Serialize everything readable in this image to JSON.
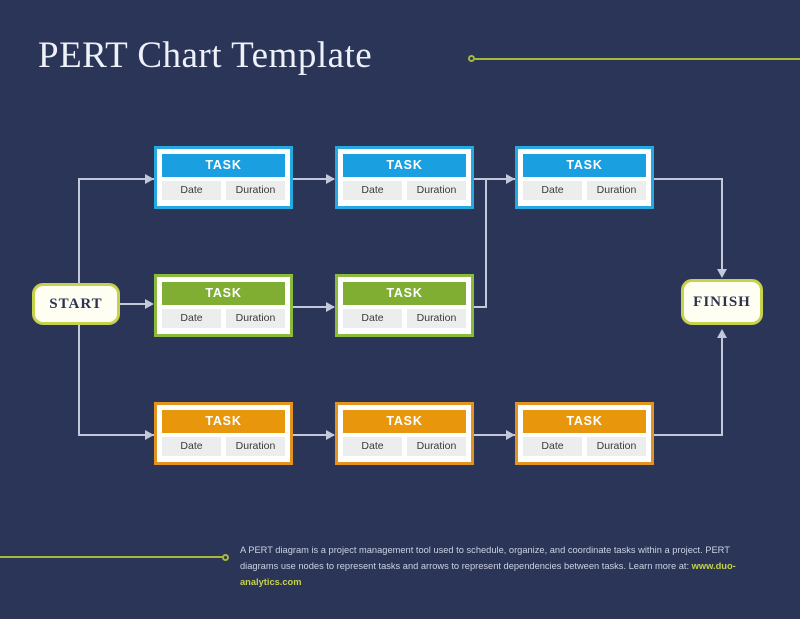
{
  "page": {
    "title": "PERT Chart Template",
    "background_color": "#2a3557"
  },
  "colors": {
    "accent": "#a8b93a",
    "terminal_border": "#c6d24a",
    "blue": "#1a9fe0",
    "green": "#7fae32",
    "orange": "#e8960c",
    "connector": "#c3c9d8"
  },
  "nodes": {
    "start": {
      "label": "START"
    },
    "finish": {
      "label": "FINISH"
    }
  },
  "rows": [
    {
      "name": "blue-row",
      "color": "#1a9fe0",
      "tasks": [
        {
          "title": "TASK",
          "date": "Date",
          "duration": "Duration"
        },
        {
          "title": "TASK",
          "date": "Date",
          "duration": "Duration"
        },
        {
          "title": "TASK",
          "date": "Date",
          "duration": "Duration"
        }
      ]
    },
    {
      "name": "green-row",
      "color": "#7fae32",
      "tasks": [
        {
          "title": "TASK",
          "date": "Date",
          "duration": "Duration"
        },
        {
          "title": "TASK",
          "date": "Date",
          "duration": "Duration"
        }
      ]
    },
    {
      "name": "orange-row",
      "color": "#e8960c",
      "tasks": [
        {
          "title": "TASK",
          "date": "Date",
          "duration": "Duration"
        },
        {
          "title": "TASK",
          "date": "Date",
          "duration": "Duration"
        },
        {
          "title": "TASK",
          "date": "Date",
          "duration": "Duration"
        }
      ]
    }
  ],
  "footer": {
    "text": "A PERT diagram is a project management tool used to schedule, organize, and coordinate tasks within a project. PERT diagrams use nodes to represent tasks and arrows to represent dependencies between tasks. Learn more at: ",
    "link": "www.duo-analytics.com"
  }
}
